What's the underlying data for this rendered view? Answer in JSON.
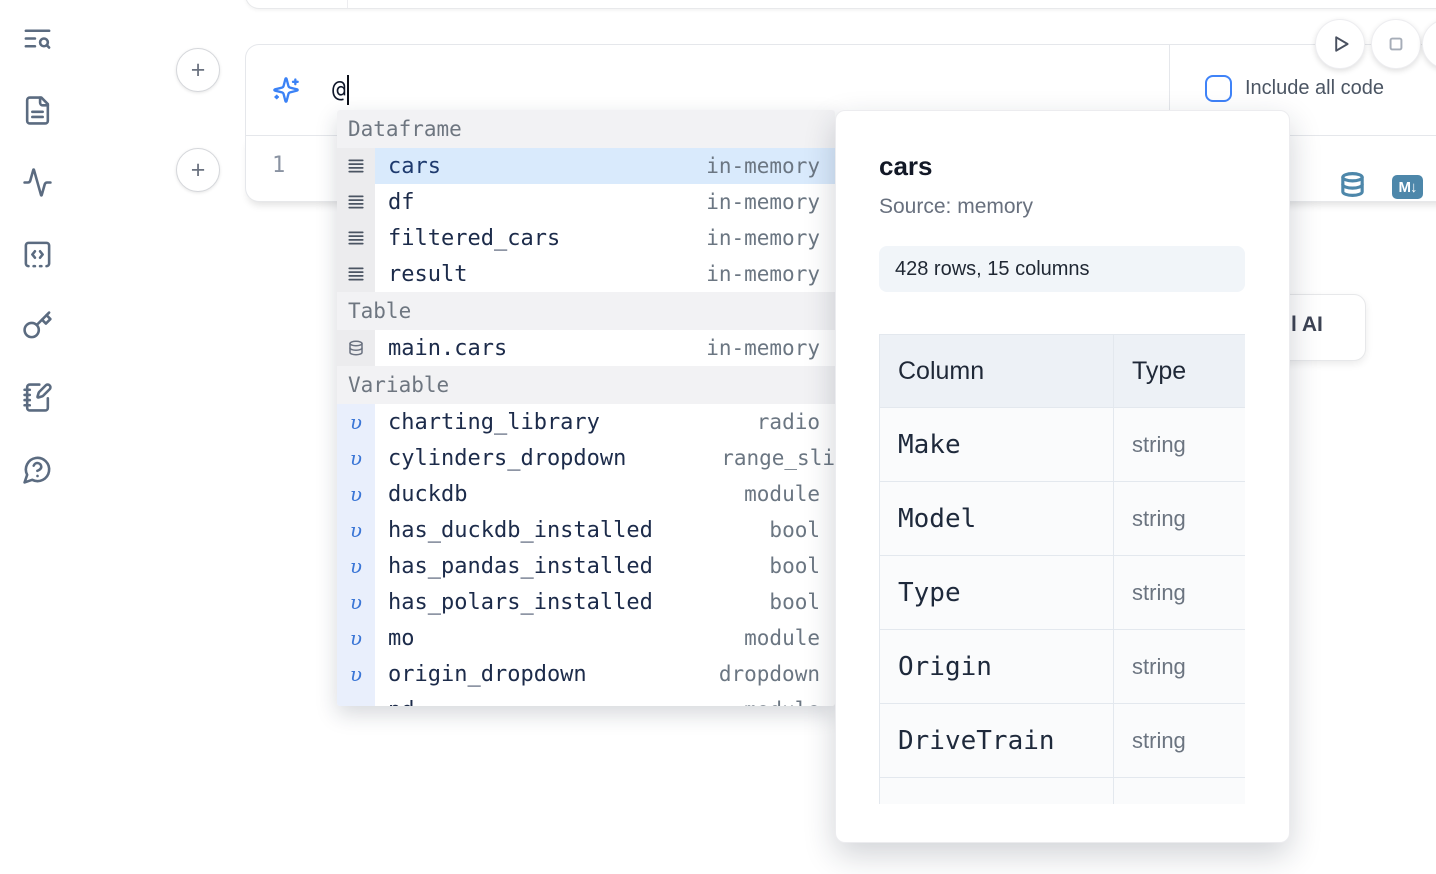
{
  "colors": {
    "accent_blue": "#3b82f6",
    "steel_blue": "#4d87aa",
    "selection_blue": "#d9eafc"
  },
  "sidebar": {
    "items": [
      {
        "icon": "table-of-contents-search-icon"
      },
      {
        "icon": "file-document-icon"
      },
      {
        "icon": "activity-icon"
      },
      {
        "icon": "code-snippet-icon"
      },
      {
        "icon": "key-icon"
      },
      {
        "icon": "notebook-pen-icon"
      },
      {
        "icon": "help-chat-icon"
      }
    ]
  },
  "toolbar": {
    "include_all_code_label": "Include all code",
    "run_icon": "play",
    "stop_icon": "stop"
  },
  "ai_prompt": {
    "value": "@",
    "icon": "sparkles"
  },
  "cell": {
    "line_number": "1",
    "markdown_badge": "M↓",
    "db_icon": "database"
  },
  "hidden_button": {
    "label_fragment": "l AI"
  },
  "autocomplete": {
    "sections": [
      {
        "label": "Dataframe",
        "items": [
          {
            "icon": "rows",
            "name": "cars",
            "type": "in-memory",
            "selected": true
          },
          {
            "icon": "rows",
            "name": "df",
            "type": "in-memory"
          },
          {
            "icon": "rows",
            "name": "filtered_cars",
            "type": "in-memory"
          },
          {
            "icon": "rows",
            "name": "result",
            "type": "in-memory"
          }
        ]
      },
      {
        "label": "Table",
        "items": [
          {
            "icon": "database",
            "name": "main.cars",
            "type": "in-memory"
          }
        ]
      },
      {
        "label": "Variable",
        "items": [
          {
            "icon": "variable",
            "name": "charting_library",
            "type": "radio"
          },
          {
            "icon": "variable",
            "name": "cylinders_dropdown",
            "type": "range_sli",
            "clipped": true
          },
          {
            "icon": "variable",
            "name": "duckdb",
            "type": "module"
          },
          {
            "icon": "variable",
            "name": "has_duckdb_installed",
            "type": "bool"
          },
          {
            "icon": "variable",
            "name": "has_pandas_installed",
            "type": "bool"
          },
          {
            "icon": "variable",
            "name": "has_polars_installed",
            "type": "bool"
          },
          {
            "icon": "variable",
            "name": "mo",
            "type": "module"
          },
          {
            "icon": "variable",
            "name": "origin_dropdown",
            "type": "dropdown"
          },
          {
            "icon": "variable",
            "name": "pd",
            "type": "module",
            "partial": true
          }
        ]
      }
    ]
  },
  "preview_panel": {
    "title": "cars",
    "source": "Source: memory",
    "shape": "428 rows, 15 columns",
    "table": {
      "headers": [
        "Column",
        "Type"
      ],
      "rows": [
        [
          "Make",
          "string"
        ],
        [
          "Model",
          "string"
        ],
        [
          "Type",
          "string"
        ],
        [
          "Origin",
          "string"
        ],
        [
          "DriveTrain",
          "string"
        ],
        [
          "",
          ""
        ]
      ]
    }
  }
}
